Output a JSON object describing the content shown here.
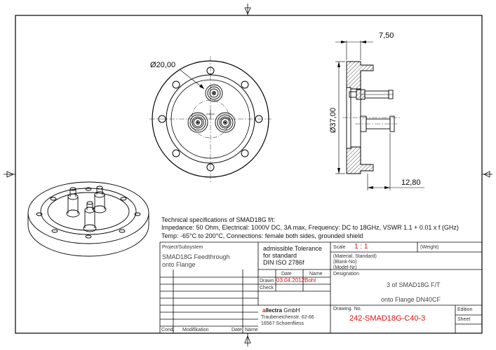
{
  "dimensions": {
    "flange_diameter": "Ø37,00",
    "bolt_circle_diameter": "Ø20,00",
    "flange_thickness": "7,50",
    "overall_length": "12,80"
  },
  "specs": {
    "title": "Technical specifications of SMAD18G f/t:",
    "line1": "Impedance: 50 Ohm,  Electrical: 1000V DC, 3A max, Frequency: DC to 18GHz, VSWR 1.1 + 0.01 x f (GHz)",
    "line2": "Temp: -65°C to 200°C, Connections: female both sides, grounded shield"
  },
  "title_block": {
    "project_label": "Project/Subsystem",
    "project_line1": "SMAD18G Feedthrough",
    "project_line2": "onto Flange",
    "tolerance_line1": "admissible Tolerance",
    "tolerance_line2": "for standard",
    "tolerance_line3": "DIN ISO 2786f",
    "scale_label": "Scale",
    "scale_value": "1 : 1",
    "weight_label": "(Weight)",
    "material_label": "(Material, Standard)",
    "blank_label": "(Blank-No)",
    "model_label": "(Model-Nr)",
    "date_col": "Date",
    "name_col": "Name",
    "drawn_label": "Drawn",
    "drawn_date": "03.04.2012",
    "drawn_name": "Bohl",
    "check_label": "Check",
    "designation_label": "Designation",
    "designation_line1": "3 of SMAD18G F/T",
    "designation_line2": "onto Flange DN40CF",
    "company_prefix": "a",
    "company_name": "llectra",
    "company_suffix": " GmbH",
    "address_line1": "Traubeneichenstr. 62-66",
    "address_line2": "16567 Schoenfliess",
    "drawing_no_label": "Drawing. No.",
    "drawing_no": "242-SMAD18G-C40-3",
    "edition_label": "Edition",
    "sheet_label": "Sheet",
    "cond_label": "Cond.",
    "modification_label": "Modifikation",
    "date_footer": "Date",
    "name_footer": "Name"
  }
}
